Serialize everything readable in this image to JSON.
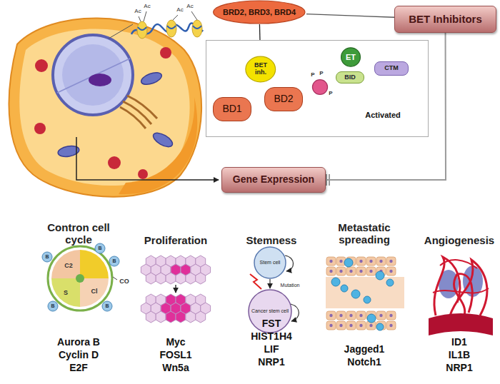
{
  "diagram": {
    "nodes": [
      {
        "text": [
          "BRD2, BRD3, BRD4"
        ]
      },
      {
        "text": [
          "BET Inhibitors"
        ]
      },
      {
        "text": [
          "Activated"
        ]
      },
      {
        "text": [
          "BET inh."
        ],
        "in": 2
      },
      {
        "text": [
          "BD1"
        ],
        "in": 2
      },
      {
        "text": [
          "BD2"
        ],
        "in": 2
      },
      {
        "text": [
          "P",
          "P",
          "P"
        ],
        "in": 2
      },
      {
        "text": [
          "ET"
        ],
        "in": 2
      },
      {
        "text": [
          "BID"
        ],
        "in": 2
      },
      {
        "text": [
          "CTM"
        ],
        "in": 2
      },
      {
        "text": [
          "Gene Expression"
        ]
      }
    ],
    "edges": [
      {
        "from": 0,
        "to": 3,
        "arrow": "to"
      },
      {
        "from": 3,
        "to": 4,
        "arrow": "to"
      },
      {
        "from": 3,
        "to": 5,
        "arrow": "to"
      },
      {
        "from": 4,
        "to": 5,
        "arrow": "none"
      },
      {
        "from": 5,
        "to": 6,
        "arrow": "none"
      },
      {
        "from": 6,
        "to": 8,
        "arrow": "none"
      },
      {
        "from": 8,
        "to": 7,
        "arrow": "none"
      },
      {
        "from": 7,
        "to": 9,
        "arrow": "none"
      },
      {
        "from": 1,
        "to": 0,
        "arrow": "none"
      },
      {
        "from": 1,
        "to": 10,
        "arrow": "to"
      }
    ],
    "labels": [
      "Ac",
      "Ac",
      "Ac",
      "Ac",
      "Contron cell cycle",
      "Proliferation",
      "Stemness",
      "Metastatic spreading",
      "Angiogenesis",
      "C2",
      "S",
      "Cl",
      "CO",
      "B",
      "B",
      "B",
      "B",
      "B",
      "Stem cell",
      "Mutation",
      "Cancer stem cell",
      "Aurora B",
      "Cyclin D",
      "E2F",
      "Myc",
      "FOSL1",
      "Wn5a",
      "FST",
      "HIST1H4",
      "LIF",
      "NRP1",
      "Jagged1",
      "Notch1",
      "ID1",
      "IL1B",
      "NRP1"
    ]
  }
}
